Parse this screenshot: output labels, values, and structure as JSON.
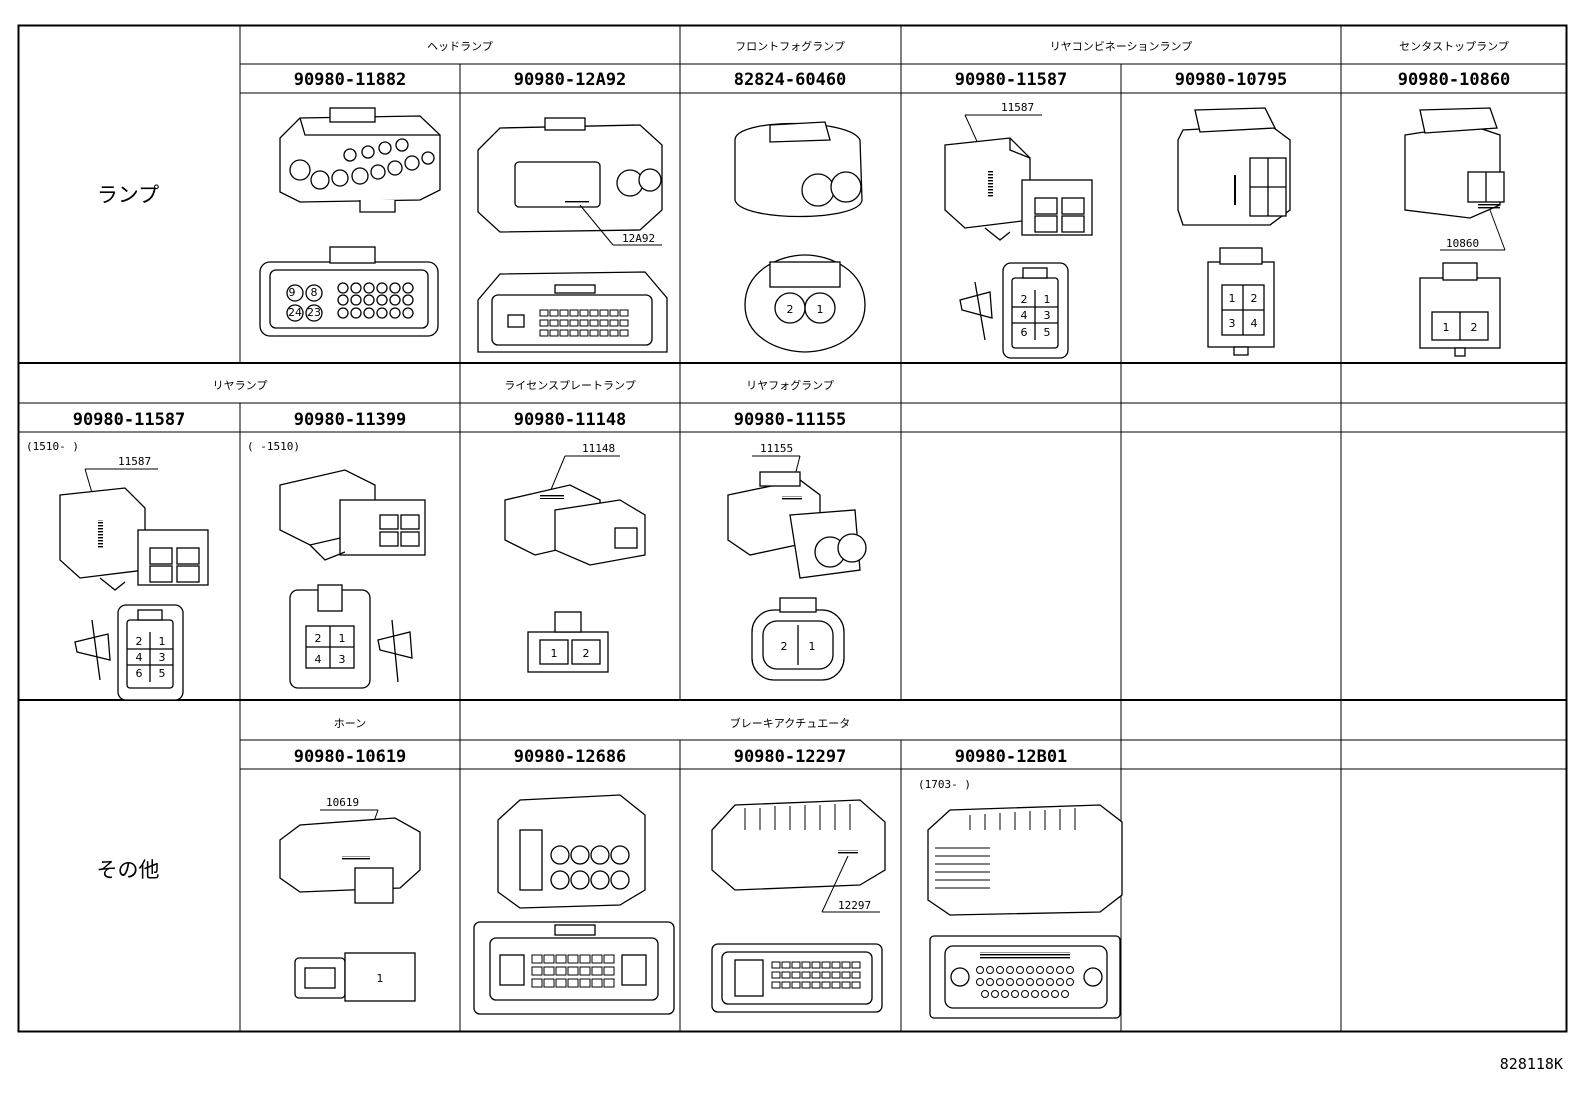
{
  "sections": {
    "lamp": "ランプ",
    "other": "その他"
  },
  "row1": {
    "groups": {
      "headlamp": "ヘッドランプ",
      "front_fog": "フロントフォグランプ",
      "rear_combination": "リヤコンビネーションランプ",
      "center_stop": "センタストップランプ"
    },
    "parts": [
      "90980-11882",
      "90980-12A92",
      "82824-60460",
      "90980-11587",
      "90980-10795",
      "90980-10860"
    ],
    "callouts": {
      "c12a92": "12A92",
      "c11587": "11587",
      "c10860": "10860"
    }
  },
  "row2": {
    "groups": {
      "rear_lamp": "リヤランプ",
      "license_plate": "ライセンスプレートランプ",
      "rear_fog": "リヤフォグランプ"
    },
    "parts": [
      "90980-11587",
      "90980-11399",
      "90980-11148",
      "90980-11155"
    ],
    "notes": {
      "n11587": "(1510-    )",
      "n11399": "(    -1510)"
    },
    "callouts": {
      "c11587": "11587",
      "c11148": "11148",
      "c11155": "11155"
    }
  },
  "row3": {
    "groups": {
      "horn": "ホーン",
      "brake_actuator": "ブレーキアクチュエータ"
    },
    "parts": [
      "90980-10619",
      "90980-12686",
      "90980-12297",
      "90980-12B01"
    ],
    "notes": {
      "n12b01": "(1703-    )"
    },
    "callouts": {
      "c10619": "10619",
      "c12297": "12297"
    }
  },
  "pins": {
    "p_headlamp_a": [
      "9",
      "8",
      "24",
      "23"
    ],
    "p_fog": [
      "2",
      "1"
    ],
    "p_6pin_a": [
      "2",
      "1",
      "4",
      "3",
      "6",
      "5"
    ],
    "p_4pin_a": [
      "1",
      "2",
      "3",
      "4"
    ],
    "p_2pin_a": [
      "1",
      "2"
    ],
    "p_6pin_b": [
      "2",
      "1",
      "4",
      "3",
      "6",
      "5"
    ],
    "p_4pin_b": [
      "2",
      "1",
      "4",
      "3"
    ],
    "p_2pin_b": [
      "1",
      "2"
    ],
    "p_fog_b": [
      "2",
      "1"
    ],
    "p_horn": [
      "1"
    ]
  },
  "doc_id": "828118K"
}
